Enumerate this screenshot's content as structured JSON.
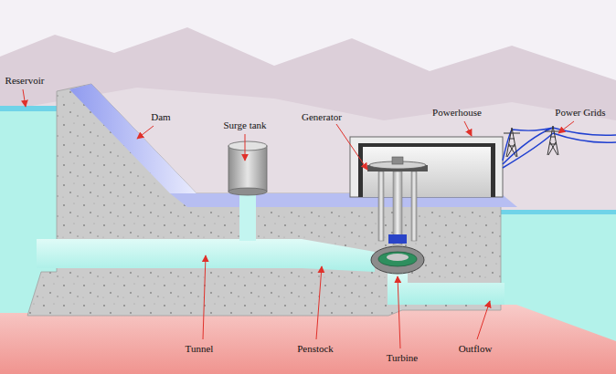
{
  "diagram": {
    "labels": [
      "Reservoir",
      "Dam",
      "Surge tank",
      "Generator",
      "Powerhouse",
      "Power Grids",
      "Tunnel",
      "Penstock",
      "Turbine",
      "Outflow"
    ]
  }
}
